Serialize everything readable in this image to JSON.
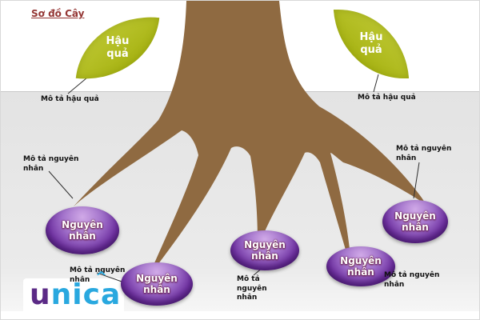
{
  "title": "Sơ đồ Cây",
  "leaves": {
    "left": "Hậu quả",
    "right": "Hậu quả"
  },
  "effect_notes": {
    "left": "Mô tả hậu quả",
    "right": "Mô tả hậu quả"
  },
  "causes": [
    "Nguyên nhân",
    "Nguyên nhân",
    "Nguyên nhân",
    "Nguyên nhân",
    "Nguyên nhân"
  ],
  "cause_notes": {
    "top_left": "Mô tả nguyên nhân",
    "top_right": "Mô tả nguyên nhân",
    "bottom_left": "Mô tả nguyên nhân",
    "bottom_center": "Mô tả nguyên nhân",
    "bottom_right": "Mô tả nguyên nhân"
  },
  "logo": {
    "part1": "u",
    "part2": "nica"
  },
  "colors": {
    "title": "#943634",
    "trunk": "#8f6a41",
    "leaf_light": "#c9d243",
    "leaf_dark": "#9aa700",
    "cause_light": "#d0a9e7",
    "cause_dark": "#4d1c77",
    "logo_u": "#5b2a86",
    "logo_rest": "#29a8df"
  }
}
